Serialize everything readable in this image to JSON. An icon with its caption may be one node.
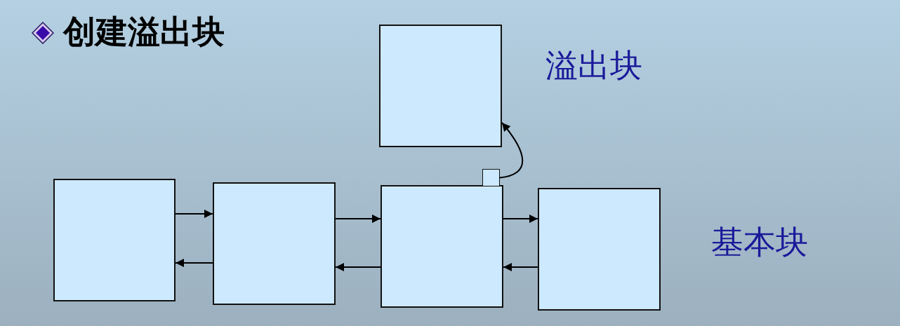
{
  "diagram": {
    "title": "创建溢出块",
    "nodes": [
      {
        "text": [],
        "shape": "box"
      },
      {
        "text": [],
        "shape": "box"
      },
      {
        "text": [],
        "shape": "box"
      },
      {
        "text": [],
        "shape": "box"
      },
      {
        "text": [],
        "shape": "box"
      },
      {
        "text": [],
        "shape": "box"
      }
    ],
    "edges": [
      {
        "from": 1,
        "to": 2,
        "arrow": "to"
      },
      {
        "from": 2,
        "to": 1,
        "arrow": "to"
      },
      {
        "from": 2,
        "to": 3,
        "arrow": "to"
      },
      {
        "from": 3,
        "to": 2,
        "arrow": "to"
      },
      {
        "from": 3,
        "to": 4,
        "arrow": "to"
      },
      {
        "from": 4,
        "to": 3,
        "arrow": "to"
      },
      {
        "from": 5,
        "to": 0,
        "arrow": "to"
      }
    ],
    "labels": [
      "溢出块",
      "基本块"
    ]
  }
}
